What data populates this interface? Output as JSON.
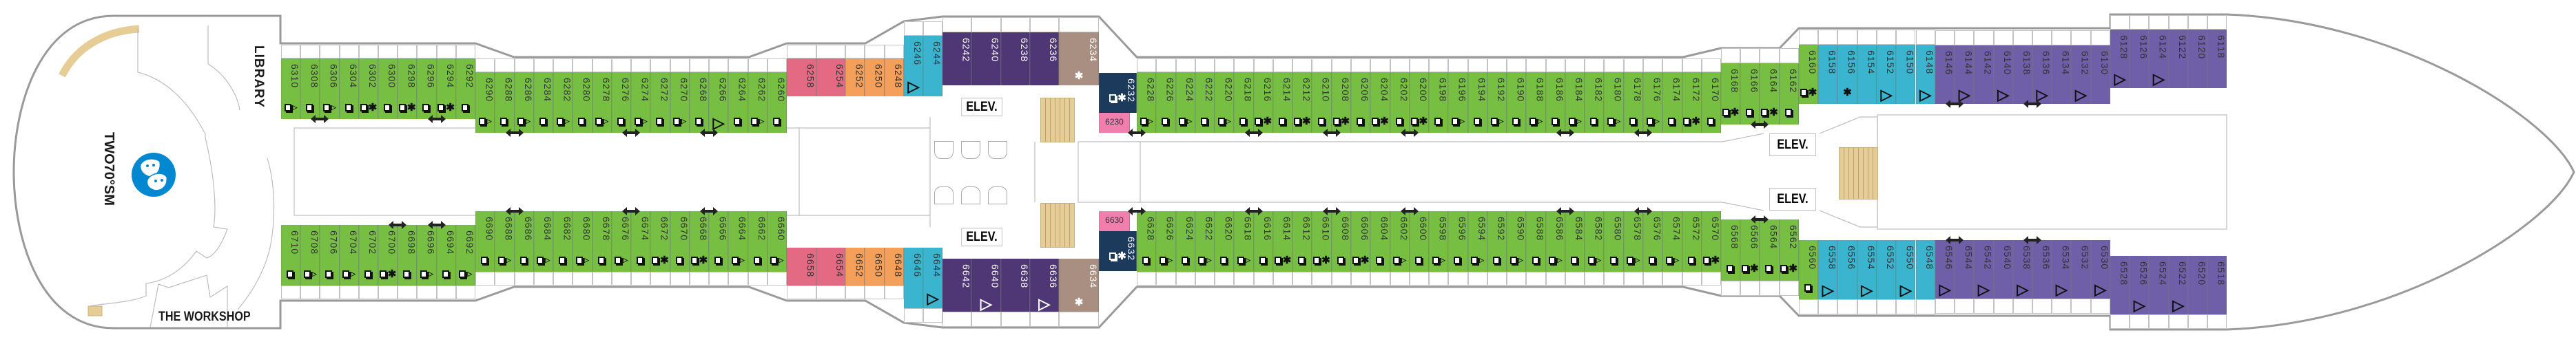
{
  "labels": {
    "library": "LIBRARY",
    "theater": "TWO70°SM",
    "workshop": "THE WORKSHOP",
    "elevator": "ELEV."
  },
  "colors": {
    "balcony_green": "#76bf43",
    "aqua": "#3bb4cf",
    "purple": "#6e5fa8",
    "dark_purple": "#4f3674",
    "taupe": "#a98e82",
    "navy": "#1b3a5c",
    "rose": "#e36a82",
    "orange": "#f4a05a",
    "pink": "#f07fae",
    "stairs": "#e6cd95",
    "theater_icon": "#0288d1",
    "hull": "#9a9a9a"
  },
  "icon_names": {
    "s": "square-berth-icon",
    "t": "small-triangle-icon",
    "*": "asterisk-icon",
    "T": "large-triangle-icon"
  },
  "blocks": [
    {
      "id": "T1",
      "color": "balcony_green",
      "text": "#333",
      "cabins": [
        {
          "no": "6310",
          "icons": "st"
        },
        {
          "no": "6308",
          "icons": "s"
        },
        {
          "no": "6306",
          "icons": "st"
        },
        {
          "no": "6304",
          "icons": "s"
        },
        {
          "no": "6302",
          "icons": "s*"
        },
        {
          "no": "6300",
          "icons": "s"
        },
        {
          "no": "6298",
          "icons": "s*"
        },
        {
          "no": "6296",
          "icons": "s"
        },
        {
          "no": "6294",
          "icons": "s*"
        },
        {
          "no": "6292",
          "icons": "s"
        }
      ]
    },
    {
      "id": "T2",
      "color": "balcony_green",
      "text": "#333",
      "cabins": [
        {
          "no": "6290",
          "icons": "st"
        },
        {
          "no": "6288",
          "icons": "s"
        },
        {
          "no": "6286",
          "icons": "st"
        },
        {
          "no": "6284",
          "icons": "s"
        },
        {
          "no": "6282",
          "icons": "st"
        },
        {
          "no": "6280",
          "icons": "s"
        },
        {
          "no": "6278",
          "icons": "st"
        },
        {
          "no": "6276",
          "icons": "s"
        },
        {
          "no": "6274",
          "icons": "st"
        },
        {
          "no": "6272",
          "icons": "s"
        },
        {
          "no": "6270",
          "icons": "st"
        },
        {
          "no": "6268",
          "icons": "s"
        },
        {
          "no": "6266",
          "icons": "T"
        },
        {
          "no": "6264",
          "icons": "s"
        },
        {
          "no": "6262",
          "icons": "st"
        },
        {
          "no": "6260",
          "icons": "s"
        }
      ]
    },
    {
      "id": "T3",
      "color": "rose",
      "text": "#333",
      "cabins": [
        {
          "no": "6258",
          "icons": ""
        },
        {
          "no": "6254",
          "icons": ""
        }
      ]
    },
    {
      "id": "T4",
      "color": "orange",
      "text": "#333",
      "cabins": [
        {
          "no": "6252",
          "icons": ""
        },
        {
          "no": "6250",
          "icons": ""
        },
        {
          "no": "6248",
          "icons": ""
        }
      ]
    },
    {
      "id": "T5",
      "color": "aqua",
      "text": "#333",
      "cabins": [
        {
          "no": "6246",
          "icons": "T"
        },
        {
          "no": "6244",
          "icons": ""
        }
      ]
    },
    {
      "id": "T6",
      "color": "dark_purple",
      "text": "#fff",
      "cabins": [
        {
          "no": "6242",
          "icons": ""
        },
        {
          "no": "6240",
          "icons": ""
        },
        {
          "no": "6238",
          "icons": ""
        },
        {
          "no": "6236",
          "icons": ""
        }
      ]
    },
    {
      "id": "T7",
      "color": "taupe",
      "text": "#fff",
      "cabins": [
        {
          "no": "6234",
          "icons": "*"
        }
      ]
    },
    {
      "id": "T8",
      "color": "navy",
      "text": "#fff",
      "cabins": [
        {
          "no": "6232",
          "icons": "s*"
        }
      ]
    },
    {
      "id": "T9",
      "color": "pink",
      "text": "#333",
      "cabins": [
        {
          "no": "6230",
          "icons": ""
        }
      ]
    },
    {
      "id": "T10",
      "color": "balcony_green",
      "text": "#333",
      "cabins": [
        {
          "no": "6228",
          "icons": "st"
        },
        {
          "no": "6226",
          "icons": "s"
        },
        {
          "no": "6224",
          "icons": "st"
        },
        {
          "no": "6222",
          "icons": "s"
        },
        {
          "no": "6220",
          "icons": "st"
        },
        {
          "no": "6218",
          "icons": "s"
        },
        {
          "no": "6216",
          "icons": "s*"
        },
        {
          "no": "6214",
          "icons": "s"
        },
        {
          "no": "6212",
          "icons": "s*"
        },
        {
          "no": "6210",
          "icons": "s"
        },
        {
          "no": "6208",
          "icons": "s*"
        },
        {
          "no": "6206",
          "icons": "s"
        },
        {
          "no": "6204",
          "icons": "s*"
        },
        {
          "no": "6202",
          "icons": "s"
        },
        {
          "no": "6200",
          "icons": "s*"
        },
        {
          "no": "6198",
          "icons": "s"
        },
        {
          "no": "6196",
          "icons": "st"
        },
        {
          "no": "6194",
          "icons": "s"
        },
        {
          "no": "6192",
          "icons": "st"
        },
        {
          "no": "6190",
          "icons": "s"
        },
        {
          "no": "6188",
          "icons": "st"
        },
        {
          "no": "6186",
          "icons": "s"
        },
        {
          "no": "6184",
          "icons": "st"
        },
        {
          "no": "6182",
          "icons": "s"
        },
        {
          "no": "6180",
          "icons": "st"
        },
        {
          "no": "6178",
          "icons": "s"
        },
        {
          "no": "6176",
          "icons": "st"
        },
        {
          "no": "6174",
          "icons": "s"
        },
        {
          "no": "6172",
          "icons": "s*"
        },
        {
          "no": "6170",
          "icons": "s"
        }
      ]
    },
    {
      "id": "T11",
      "color": "balcony_green",
      "text": "#333",
      "cabins": [
        {
          "no": "6168",
          "icons": "s*"
        },
        {
          "no": "6166",
          "icons": "s"
        },
        {
          "no": "6164",
          "icons": "s*"
        },
        {
          "no": "6162",
          "icons": "s"
        }
      ]
    },
    {
      "id": "T12",
      "color": "balcony_green",
      "text": "#333",
      "cabins": [
        {
          "no": "6160",
          "icons": "s*"
        }
      ]
    },
    {
      "id": "T13",
      "color": "aqua",
      "text": "#333",
      "cabins": [
        {
          "no": "6158",
          "icons": ""
        },
        {
          "no": "6156",
          "icons": "*"
        },
        {
          "no": "6154",
          "icons": ""
        },
        {
          "no": "6152",
          "icons": "T"
        },
        {
          "no": "6150",
          "icons": ""
        },
        {
          "no": "6148",
          "icons": "T"
        }
      ]
    },
    {
      "id": "T14",
      "color": "purple",
      "text": "#333",
      "cabins": [
        {
          "no": "6146",
          "icons": ""
        },
        {
          "no": "6144",
          "icons": "T"
        },
        {
          "no": "6142",
          "icons": ""
        },
        {
          "no": "6140",
          "icons": "T"
        },
        {
          "no": "6138",
          "icons": ""
        },
        {
          "no": "6136",
          "icons": "T"
        },
        {
          "no": "6134",
          "icons": ""
        },
        {
          "no": "6132",
          "icons": "T"
        },
        {
          "no": "6130",
          "icons": ""
        }
      ]
    },
    {
      "id": "T15",
      "color": "purple",
      "text": "#333",
      "cabins": [
        {
          "no": "6128",
          "icons": "T"
        },
        {
          "no": "6126",
          "icons": ""
        },
        {
          "no": "6124",
          "icons": "T"
        },
        {
          "no": "6122",
          "icons": ""
        },
        {
          "no": "6120",
          "icons": ""
        },
        {
          "no": "6118",
          "icons": ""
        }
      ]
    },
    {
      "id": "B1",
      "color": "balcony_green",
      "text": "#333",
      "cabins": [
        {
          "no": "6710",
          "icons": "s"
        },
        {
          "no": "6708",
          "icons": "st"
        },
        {
          "no": "6706",
          "icons": "s"
        },
        {
          "no": "6704",
          "icons": "st"
        },
        {
          "no": "6702",
          "icons": "s"
        },
        {
          "no": "6700",
          "icons": "s*"
        },
        {
          "no": "6698",
          "icons": "s"
        },
        {
          "no": "6696",
          "icons": "st"
        },
        {
          "no": "6694",
          "icons": "s"
        },
        {
          "no": "6692",
          "icons": "st"
        }
      ]
    },
    {
      "id": "B2",
      "color": "balcony_green",
      "text": "#333",
      "cabins": [
        {
          "no": "6690",
          "icons": "s"
        },
        {
          "no": "6688",
          "icons": "st"
        },
        {
          "no": "6686",
          "icons": "s"
        },
        {
          "no": "6684",
          "icons": "st"
        },
        {
          "no": "6682",
          "icons": "s"
        },
        {
          "no": "6680",
          "icons": "st"
        },
        {
          "no": "6678",
          "icons": "s"
        },
        {
          "no": "6676",
          "icons": "st"
        },
        {
          "no": "6674",
          "icons": "s"
        },
        {
          "no": "6672",
          "icons": "s*"
        },
        {
          "no": "6670",
          "icons": "s"
        },
        {
          "no": "6668",
          "icons": "s*"
        },
        {
          "no": "6666",
          "icons": "s"
        },
        {
          "no": "6664",
          "icons": "st"
        },
        {
          "no": "6662",
          "icons": "s"
        },
        {
          "no": "6660",
          "icons": "st"
        }
      ]
    },
    {
      "id": "B3",
      "color": "rose",
      "text": "#333",
      "cabins": [
        {
          "no": "6658",
          "icons": ""
        },
        {
          "no": "6654",
          "icons": ""
        }
      ]
    },
    {
      "id": "B4",
      "color": "orange",
      "text": "#333",
      "cabins": [
        {
          "no": "6652",
          "icons": ""
        },
        {
          "no": "6650",
          "icons": ""
        },
        {
          "no": "6648",
          "icons": ""
        }
      ]
    },
    {
      "id": "B5",
      "color": "aqua",
      "text": "#333",
      "cabins": [
        {
          "no": "6646",
          "icons": ""
        },
        {
          "no": "6644",
          "icons": "T"
        }
      ]
    },
    {
      "id": "B6",
      "color": "dark_purple",
      "text": "#fff",
      "cabins": [
        {
          "no": "6642",
          "icons": ""
        },
        {
          "no": "6640",
          "icons": "T"
        },
        {
          "no": "6638",
          "icons": ""
        },
        {
          "no": "6636",
          "icons": "T"
        }
      ]
    },
    {
      "id": "B7",
      "color": "taupe",
      "text": "#fff",
      "cabins": [
        {
          "no": "6634",
          "icons": "*"
        }
      ]
    },
    {
      "id": "B8",
      "color": "navy",
      "text": "#fff",
      "cabins": [
        {
          "no": "6632",
          "icons": "s*"
        }
      ]
    },
    {
      "id": "B9",
      "color": "pink",
      "text": "#333",
      "cabins": [
        {
          "no": "6630",
          "icons": ""
        }
      ]
    },
    {
      "id": "B10",
      "color": "balcony_green",
      "text": "#333",
      "cabins": [
        {
          "no": "6628",
          "icons": "s"
        },
        {
          "no": "6626",
          "icons": "st"
        },
        {
          "no": "6624",
          "icons": "s"
        },
        {
          "no": "6622",
          "icons": "st"
        },
        {
          "no": "6620",
          "icons": "s"
        },
        {
          "no": "6618",
          "icons": "st"
        },
        {
          "no": "6616",
          "icons": "s"
        },
        {
          "no": "6614",
          "icons": "s*"
        },
        {
          "no": "6612",
          "icons": "s"
        },
        {
          "no": "6610",
          "icons": "s*"
        },
        {
          "no": "6608",
          "icons": "s"
        },
        {
          "no": "6606",
          "icons": "s*"
        },
        {
          "no": "6604",
          "icons": "s"
        },
        {
          "no": "6602",
          "icons": "st"
        },
        {
          "no": "6600",
          "icons": "s"
        },
        {
          "no": "6598",
          "icons": "st"
        },
        {
          "no": "6596",
          "icons": "s"
        },
        {
          "no": "6594",
          "icons": "st"
        },
        {
          "no": "6592",
          "icons": "s"
        },
        {
          "no": "6590",
          "icons": "st"
        },
        {
          "no": "6588",
          "icons": "s"
        },
        {
          "no": "6586",
          "icons": "st"
        },
        {
          "no": "6584",
          "icons": "s"
        },
        {
          "no": "6582",
          "icons": "st"
        },
        {
          "no": "6580",
          "icons": "s"
        },
        {
          "no": "6578",
          "icons": "st"
        },
        {
          "no": "6576",
          "icons": "s"
        },
        {
          "no": "6574",
          "icons": "st"
        },
        {
          "no": "6572",
          "icons": "s"
        },
        {
          "no": "6570",
          "icons": "s*"
        }
      ]
    },
    {
      "id": "B11",
      "color": "balcony_green",
      "text": "#333",
      "cabins": [
        {
          "no": "6568",
          "icons": "s"
        },
        {
          "no": "6566",
          "icons": "s*"
        },
        {
          "no": "6564",
          "icons": "s"
        },
        {
          "no": "6562",
          "icons": "s*"
        }
      ]
    },
    {
      "id": "B12",
      "color": "balcony_green",
      "text": "#333",
      "cabins": [
        {
          "no": "6560",
          "icons": "s"
        }
      ]
    },
    {
      "id": "B13",
      "color": "aqua",
      "text": "#333",
      "cabins": [
        {
          "no": "6558",
          "icons": "T"
        },
        {
          "no": "6556",
          "icons": ""
        },
        {
          "no": "6554",
          "icons": "T"
        },
        {
          "no": "6552",
          "icons": ""
        },
        {
          "no": "6550",
          "icons": "T"
        },
        {
          "no": "6548",
          "icons": ""
        }
      ]
    },
    {
      "id": "B14",
      "color": "purple",
      "text": "#333",
      "cabins": [
        {
          "no": "6546",
          "icons": "T"
        },
        {
          "no": "6544",
          "icons": ""
        },
        {
          "no": "6542",
          "icons": "T"
        },
        {
          "no": "6540",
          "icons": ""
        },
        {
          "no": "6538",
          "icons": "T"
        },
        {
          "no": "6536",
          "icons": ""
        },
        {
          "no": "6534",
          "icons": "T"
        },
        {
          "no": "6532",
          "icons": ""
        },
        {
          "no": "6530",
          "icons": "T"
        }
      ]
    },
    {
      "id": "B15",
      "color": "purple",
      "text": "#333",
      "cabins": [
        {
          "no": "6528",
          "icons": ""
        },
        {
          "no": "6526",
          "icons": "T"
        },
        {
          "no": "6524",
          "icons": ""
        },
        {
          "no": "6522",
          "icons": "T"
        },
        {
          "no": "6520",
          "icons": ""
        },
        {
          "no": "6518",
          "icons": ""
        }
      ]
    }
  ],
  "connecting_pairs": [
    [
      "6308",
      "6306"
    ],
    [
      "6296",
      "6294"
    ],
    [
      "6288",
      "6286"
    ],
    [
      "6276",
      "6274"
    ],
    [
      "6268",
      "6266"
    ],
    [
      "6230",
      "6228"
    ],
    [
      "6218",
      "6216"
    ],
    [
      "6210",
      "6208"
    ],
    [
      "6202",
      "6200"
    ],
    [
      "6186",
      "6184"
    ],
    [
      "6178",
      "6176"
    ],
    [
      "6166",
      "6164"
    ],
    [
      "6146",
      "6144"
    ],
    [
      "6138",
      "6136"
    ],
    [
      "6700",
      "6698"
    ],
    [
      "6696",
      "6694"
    ],
    [
      "6688",
      "6686"
    ],
    [
      "6676",
      "6674"
    ],
    [
      "6668",
      "6666"
    ],
    [
      "6630",
      "6628"
    ],
    [
      "6618",
      "6616"
    ],
    [
      "6610",
      "6608"
    ],
    [
      "6602",
      "6600"
    ],
    [
      "6586",
      "6584"
    ],
    [
      "6578",
      "6576"
    ],
    [
      "6566",
      "6564"
    ],
    [
      "6546",
      "6544"
    ],
    [
      "6538",
      "6536"
    ]
  ]
}
